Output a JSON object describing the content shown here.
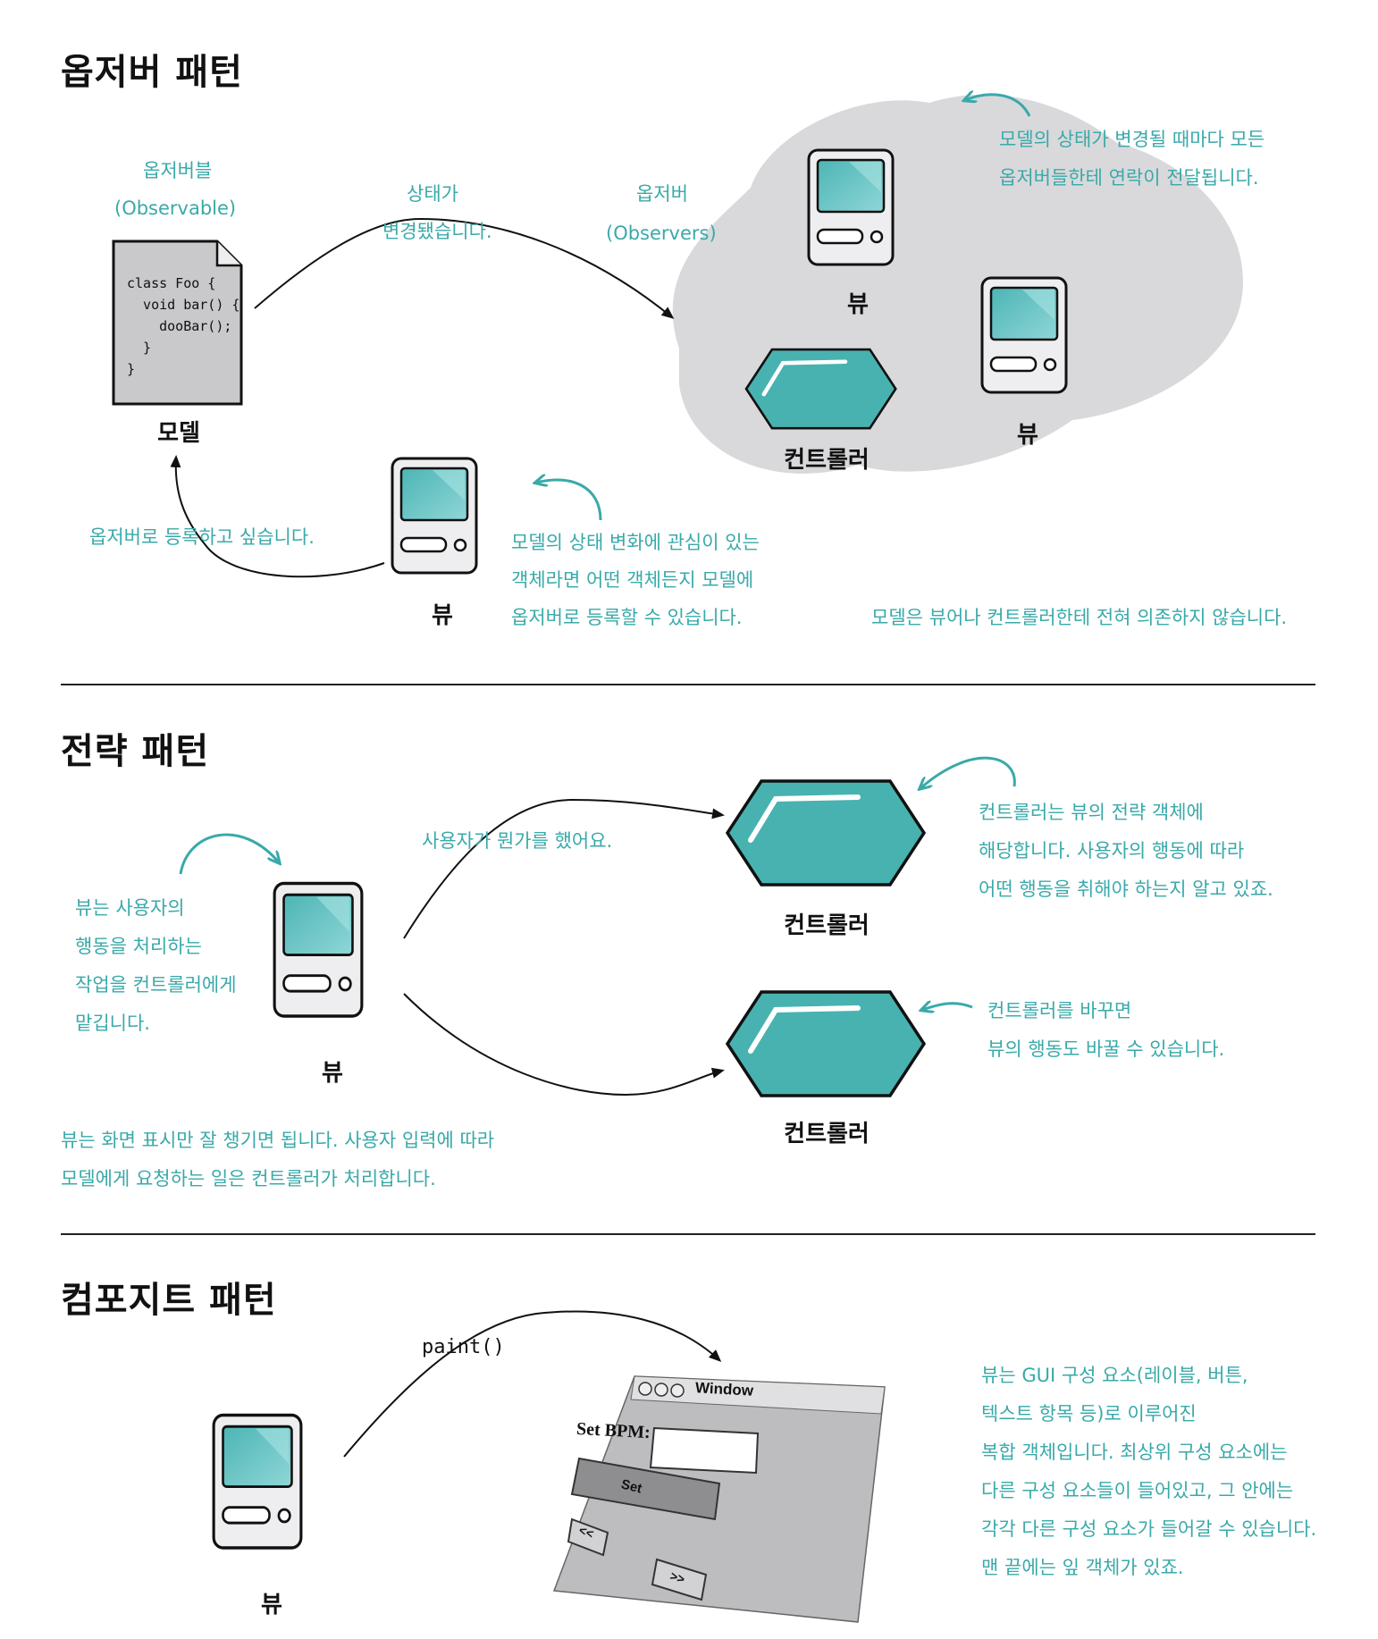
{
  "observer": {
    "title": "옵저버 패턴",
    "observable_label": "옵저버블",
    "observable_sub": "(Observable)",
    "code": "class Foo {\n  void bar() {\n    dooBar();\n  }\n}",
    "model": "모델",
    "state_changed_1": "상태가",
    "state_changed_2": "변경됐습니다.",
    "observers_label": "옵저버",
    "observers_sub": "(Observers)",
    "notify_1": "모델의 상태가 변경될 때마다 모든",
    "notify_2": "옵저버들한테 연락이 전달됩니다.",
    "view": "뷰",
    "controller": "컨트롤러",
    "register": "옵저버로 등록하고 싶습니다.",
    "interest_1": "모델의 상태 변화에 관심이 있는",
    "interest_2": "객체라면 어떤 객체든지 모델에",
    "interest_3": "옵저버로 등록할 수 있습니다.",
    "independent": "모델은 뷰어나 컨트롤러한테 전혀 의존하지 않습니다."
  },
  "strategy": {
    "title": "전략 패턴",
    "user_did": "사용자가 뭔가를 했어요.",
    "view_note_1": "뷰는 사용자의",
    "view_note_2": "행동을 처리하는",
    "view_note_3": "작업을 컨트롤러에게",
    "view_note_4": "맡깁니다.",
    "view": "뷰",
    "controller": "컨트롤러",
    "ctrl_note_1": "컨트롤러는 뷰의 전략 객체에",
    "ctrl_note_2": "해당합니다. 사용자의 행동에 따라",
    "ctrl_note_3": "어떤 행동을 취해야 하는지 알고 있죠.",
    "swap_1": "컨트롤러를 바꾸면",
    "swap_2": "뷰의 행동도 바꿀 수 있습니다.",
    "bottom_1": "뷰는 화면 표시만 잘 챙기면 됩니다. 사용자 입력에 따라",
    "bottom_2": "모델에게 요청하는 일은 컨트롤러가 처리합니다."
  },
  "composite": {
    "title": "컴포지트 패턴",
    "paint": "paint()",
    "view": "뷰",
    "window_title": "Window",
    "set_bpm": "Set BPM:",
    "set_button": "Set",
    "prev_button": "<<",
    "next_button": ">>",
    "note_1": "뷰는 GUI 구성 요소(레이블, 버튼,",
    "note_2": "텍스트 항목 등)로 이루어진",
    "note_3": "복합 객체입니다. 최상위 구성 요소에는",
    "note_4": "다른 구성 요소들이 들어있고, 그 안에는",
    "note_5": "각각 다른 구성 요소가 들어갈 수 있습니다.",
    "note_6": "맨 끝에는 잎 객체가 있죠."
  },
  "colors": {
    "teal": "#3aa9a9",
    "screen": "#5cc0c0",
    "blob": "#d9d9dc"
  }
}
